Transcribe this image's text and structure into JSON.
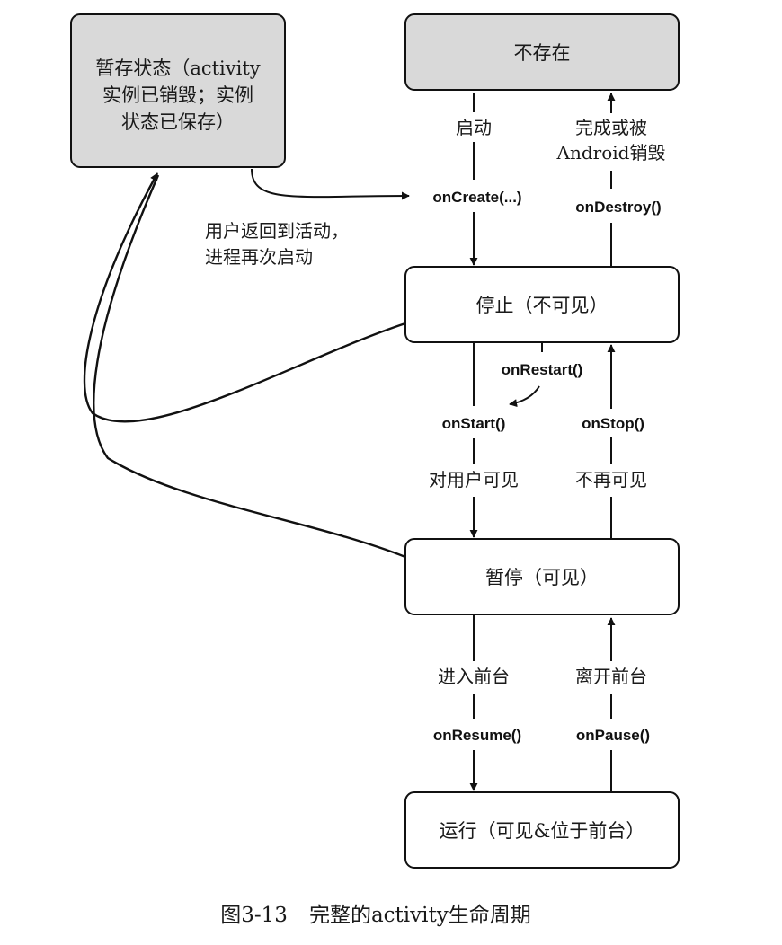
{
  "colors": {
    "stroke": "#111111",
    "box_fill": "#ffffff",
    "saved_box_fill": "#d9d9d9"
  },
  "states": {
    "saved": {
      "lines": [
        "暂存状态（activity",
        "实例已销毁；实例",
        "状态已保存）"
      ]
    },
    "nonexistent": {
      "label": "不存在"
    },
    "stopped": {
      "label": "停止（不可见）"
    },
    "paused": {
      "label": "暂停（可见）"
    },
    "running": {
      "label": "运行（可见&位于前台）"
    }
  },
  "events": {
    "launch": "启动",
    "finish_or_destroy": [
      "完成或被",
      "Android销毁"
    ],
    "user_returns": [
      "用户返回到活动，",
      "进程再次启动"
    ],
    "visible_to_user": "对用户可见",
    "no_longer_visible": "不再可见",
    "enter_foreground": "进入前台",
    "leave_foreground": "离开前台"
  },
  "callbacks": {
    "on_create": "onCreate(...)",
    "on_destroy": "onDestroy()",
    "on_restart": "onRestart()",
    "on_start": "onStart()",
    "on_stop": "onStop()",
    "on_resume": "onResume()",
    "on_pause": "onPause()"
  },
  "caption": {
    "figure_number": "图3-13",
    "title": "完整的activity生命周期"
  }
}
